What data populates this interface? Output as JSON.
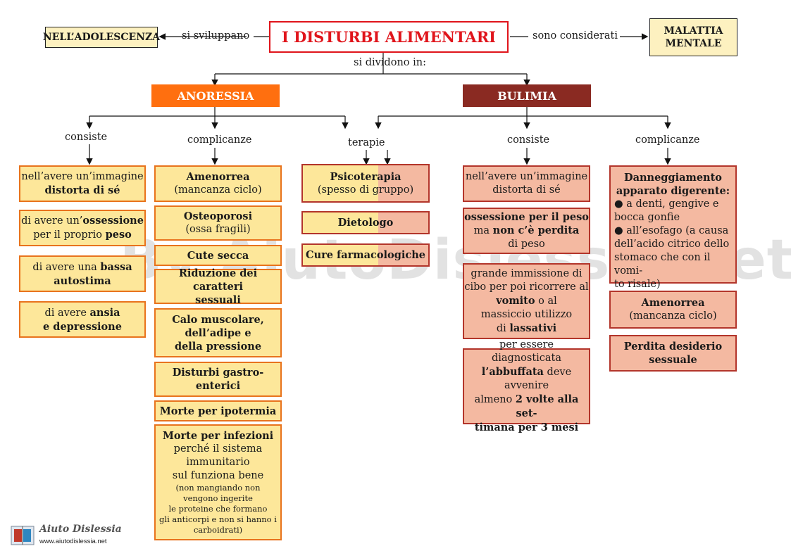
{
  "title": "I DISTURBI ALIMENTARI",
  "left_box": "NELL’ADOLESCENZA",
  "left_link": "si sviluppano",
  "right_link": "sono considerati",
  "right_box": [
    "MALATTIA",
    "MENTALE"
  ],
  "divide_label": "si dividono in:",
  "anoressia": {
    "header": "ANORESSIA",
    "consiste_label": "consiste",
    "complicanze_label": "complicanze",
    "terapie_label": "terapie",
    "consiste": [
      {
        "a": "nell’avere un’immagine",
        "b": "distorta di sé"
      },
      {
        "a": "di avere un’",
        "ab": "ossessione",
        "c": "per il proprio ",
        "cb": "peso"
      },
      {
        "a": "di avere una ",
        "ab": "bassa",
        "b": "autostima"
      },
      {
        "a": "di avere  ",
        "ab": "ansia",
        "b": "e depressione"
      }
    ],
    "complicanze": {
      "amenorrea": "Amenorrea",
      "amenorrea_sub": "(mancanza ciclo)",
      "osteoporosi": "Osteoporosi",
      "osteoporosi_sub": "(ossa fragili)",
      "cute": "Cute secca",
      "riduzione": [
        "Riduzione dei caratteri",
        "sessuali"
      ],
      "calo": [
        "Calo muscolare,",
        "dell’adipe e",
        "della pressione"
      ],
      "disturbi": [
        "Disturbi gastro-",
        "enterici"
      ],
      "ipotermia": "Morte per ipotermia",
      "infezioni_title": "Morte per infezioni",
      "infezioni_lines": [
        "perché il sistema",
        "immunitario",
        "sul funziona bene"
      ],
      "infezioni_small": [
        "(non mangiando non",
        "vengono ingerite",
        "le proteine che formano",
        "gli anticorpi e non si hanno i",
        "carboidrati)"
      ]
    },
    "terapie": {
      "psico": "Psicoterapia",
      "psico_sub": "(spesso di gruppo)",
      "dietologo": "Dietologo",
      "cure": "Cure farmacologiche"
    }
  },
  "bulimia": {
    "header": "BULIMIA",
    "consiste_label": "consiste",
    "complicanze_label": "complicanze",
    "consiste": {
      "c1": [
        "nell’avere un’immagine",
        "distorta di sé"
      ],
      "c2_b1": "ossessione per il peso",
      "c2_l2a": "ma ",
      "c2_l2b": "non c’è perdita",
      "c2_l3": "di peso",
      "c3_l1": "grande immissione di",
      "c3_l2": "cibo per poi ricorrere al",
      "c3_l3b": "vomito",
      "c3_l3": " o al",
      "c3_l4": "massiccio utilizzo",
      "c3_l5": "di ",
      "c3_l5b": "lassativi",
      "c4_l1": "per essere diagnosticata",
      "c4_l2b": "l’abbuffata",
      "c4_l2": " deve",
      "c4_l3": "avvenire",
      "c4_l4": "almeno ",
      "c4_l4b": "2 volte alla set-",
      "c4_l5b": "timana per 3 mesi"
    },
    "complicanze": {
      "dann_title": [
        "Danneggiamento",
        "apparato digerente:"
      ],
      "dann_items": [
        "●   a denti, gengive  e",
        "bocca gonfie",
        "●   all’esofago (a causa",
        "dell’acido citrico dello",
        "stomaco che con il vomi-",
        "to risale)"
      ],
      "amenorrea": "Amenorrea",
      "amenorrea_sub": "(mancanza ciclo)",
      "perdita": [
        "Perdita desiderio",
        "sessuale"
      ]
    }
  },
  "watermark": "By AiutoDislessia.net",
  "logo_name": "Aiuto Dislessia",
  "logo_url": "www.aiutodislessia.net",
  "colors": {
    "orange": "#ff6f0f",
    "maroon": "#8a2a22",
    "title_red": "#e0141b",
    "yellow": "#fde79a",
    "pink": "#f4b9a1"
  }
}
